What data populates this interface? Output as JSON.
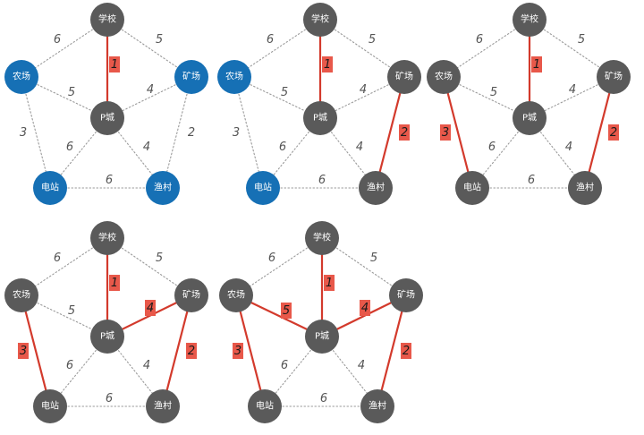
{
  "colors": {
    "node_default": "#5a5a5a",
    "node_highlight": "#1670b5",
    "edge_dotted": "#9a9a9a",
    "edge_selected": "#d33a2c",
    "weight_text": "#555555",
    "weight_box": "#e8584a",
    "weight_box_text": "#1a1a1a"
  },
  "nodes": [
    {
      "id": "school",
      "label": "学校"
    },
    {
      "id": "farm",
      "label": "农场"
    },
    {
      "id": "mine",
      "label": "矿场"
    },
    {
      "id": "city",
      "label": "P城"
    },
    {
      "id": "station",
      "label": "电站"
    },
    {
      "id": "village",
      "label": "渔村"
    }
  ],
  "edges": [
    {
      "id": "school-farm",
      "from": "school",
      "to": "farm",
      "weight": "6"
    },
    {
      "id": "school-mine",
      "from": "school",
      "to": "mine",
      "weight": "5"
    },
    {
      "id": "school-city",
      "from": "school",
      "to": "city",
      "weight": "1"
    },
    {
      "id": "farm-city",
      "from": "farm",
      "to": "city",
      "weight": "5"
    },
    {
      "id": "mine-city",
      "from": "mine",
      "to": "city",
      "weight": "4"
    },
    {
      "id": "farm-station",
      "from": "farm",
      "to": "station",
      "weight": "3"
    },
    {
      "id": "mine-village",
      "from": "mine",
      "to": "village",
      "weight": "2"
    },
    {
      "id": "city-station",
      "from": "city",
      "to": "station",
      "weight": "6"
    },
    {
      "id": "city-village",
      "from": "city",
      "to": "village",
      "weight": "4"
    },
    {
      "id": "station-village",
      "from": "station",
      "to": "village",
      "weight": "6"
    }
  ],
  "panels": [
    {
      "selected_edges": [
        "school-city"
      ],
      "highlight_nodes": [
        "farm",
        "mine",
        "station",
        "village"
      ]
    },
    {
      "selected_edges": [
        "school-city",
        "mine-village"
      ],
      "highlight_nodes": [
        "farm",
        "station"
      ]
    },
    {
      "selected_edges": [
        "school-city",
        "mine-village",
        "farm-station"
      ],
      "highlight_nodes": []
    },
    {
      "selected_edges": [
        "school-city",
        "mine-village",
        "farm-station",
        "mine-city"
      ],
      "highlight_nodes": []
    },
    {
      "selected_edges": [
        "school-city",
        "mine-village",
        "farm-station",
        "mine-city",
        "farm-city"
      ],
      "highlight_nodes": []
    }
  ]
}
